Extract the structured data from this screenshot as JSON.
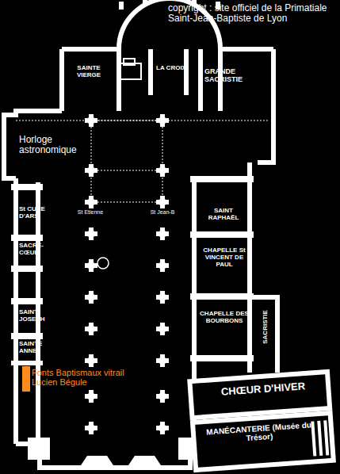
{
  "diagram": {
    "labels": [
      "copyright : site officiel de la Primatiale Saint-Jean-Baptiste de Lyon",
      "SAINTE VIERGE",
      "LA CROIX",
      "GRANDE SACRISTIE",
      "Horloge astronomique",
      "St Etienne",
      "St Jean-B",
      "St CURE D'ARS",
      "SACRÉ-CŒUR",
      "SAINT JOSEPH",
      "SAINTE ANNE",
      "Fonts Baptismaux vitrail Lucien Bégule",
      "SAINT RAPHAËL",
      "CHAPELLE St VINCENT DE PAUL",
      "CHAPELLE DES BOURBONS",
      "SACRISTIE",
      "CHŒUR D'HIVER",
      "MANÉCANTERIE (Musée du Trésor)"
    ]
  }
}
